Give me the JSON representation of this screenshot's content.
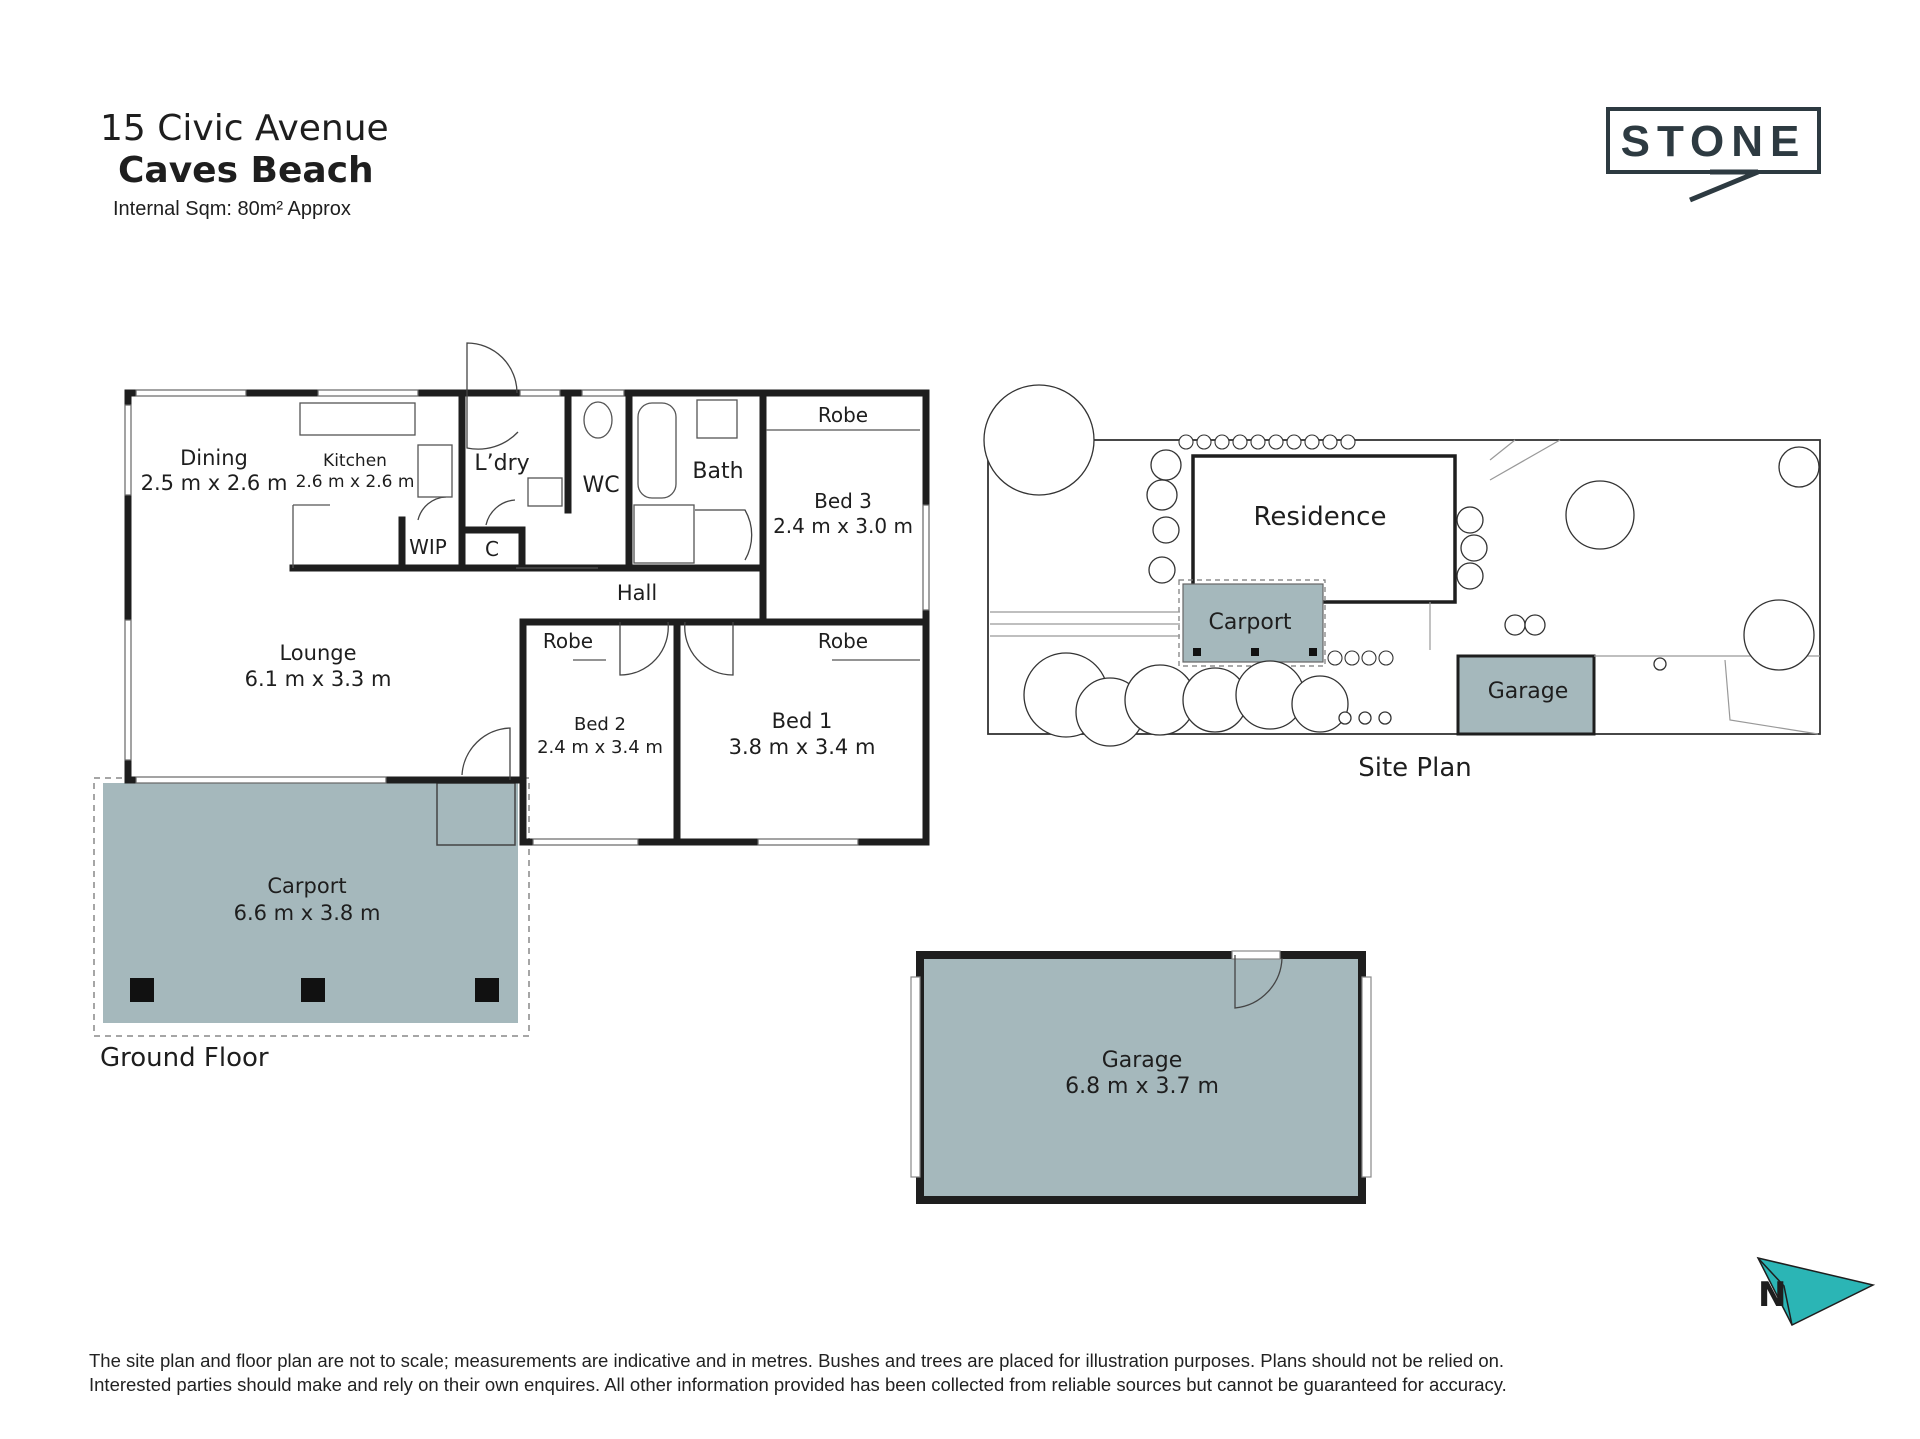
{
  "header": {
    "address_line": "15 Civic Avenue",
    "suburb": "Caves Beach",
    "internal_area": "Internal Sqm: 80m² Approx"
  },
  "brand": {
    "logo_text": "STONE",
    "color": "#2d3a41"
  },
  "colors": {
    "wall": "#1e1e1e",
    "carport_fill": "#a5b8bc",
    "north_arrow": "#2bb5b5"
  },
  "floor_plan": {
    "caption": "Ground Floor",
    "rooms": {
      "dining": {
        "name": "Dining",
        "size": "2.5 m x 2.6 m"
      },
      "kitchen": {
        "name": "Kitchen",
        "size": "2.6 m x 2.6 m"
      },
      "laundry": {
        "name": "L’dry"
      },
      "wc": {
        "name": "WC"
      },
      "bath": {
        "name": "Bath"
      },
      "bed3": {
        "name": "Bed 3",
        "size": "2.4 m x 3.0 m"
      },
      "robe3": {
        "name": "Robe"
      },
      "wip": {
        "name": "WIP"
      },
      "cupboard": {
        "name": "C"
      },
      "hall": {
        "name": "Hall"
      },
      "lounge": {
        "name": "Lounge",
        "size": "6.1 m x 3.3 m"
      },
      "robe2": {
        "name": "Robe"
      },
      "bed2": {
        "name": "Bed 2",
        "size": "2.4 m x 3.4 m"
      },
      "robe1": {
        "name": "Robe"
      },
      "bed1": {
        "name": "Bed 1",
        "size": "3.8 m x 3.4 m"
      },
      "carport": {
        "name": "Carport",
        "size": "6.6 m x 3.8 m"
      }
    }
  },
  "garage_plan": {
    "name": "Garage",
    "size": "6.8 m x 3.7 m"
  },
  "site_plan": {
    "caption": "Site Plan",
    "residence": "Residence",
    "carport": "Carport",
    "garage": "Garage"
  },
  "north": {
    "label": "N"
  },
  "disclaimer": {
    "line1": "The site plan and floor plan are not to scale; measurements are indicative and in metres. Bushes and trees are placed for illustration purposes. Plans should not be relied on.",
    "line2": "Interested parties should make and rely on their own enquires. All other information provided has been collected from reliable sources but cannot be guaranteed for accuracy."
  }
}
